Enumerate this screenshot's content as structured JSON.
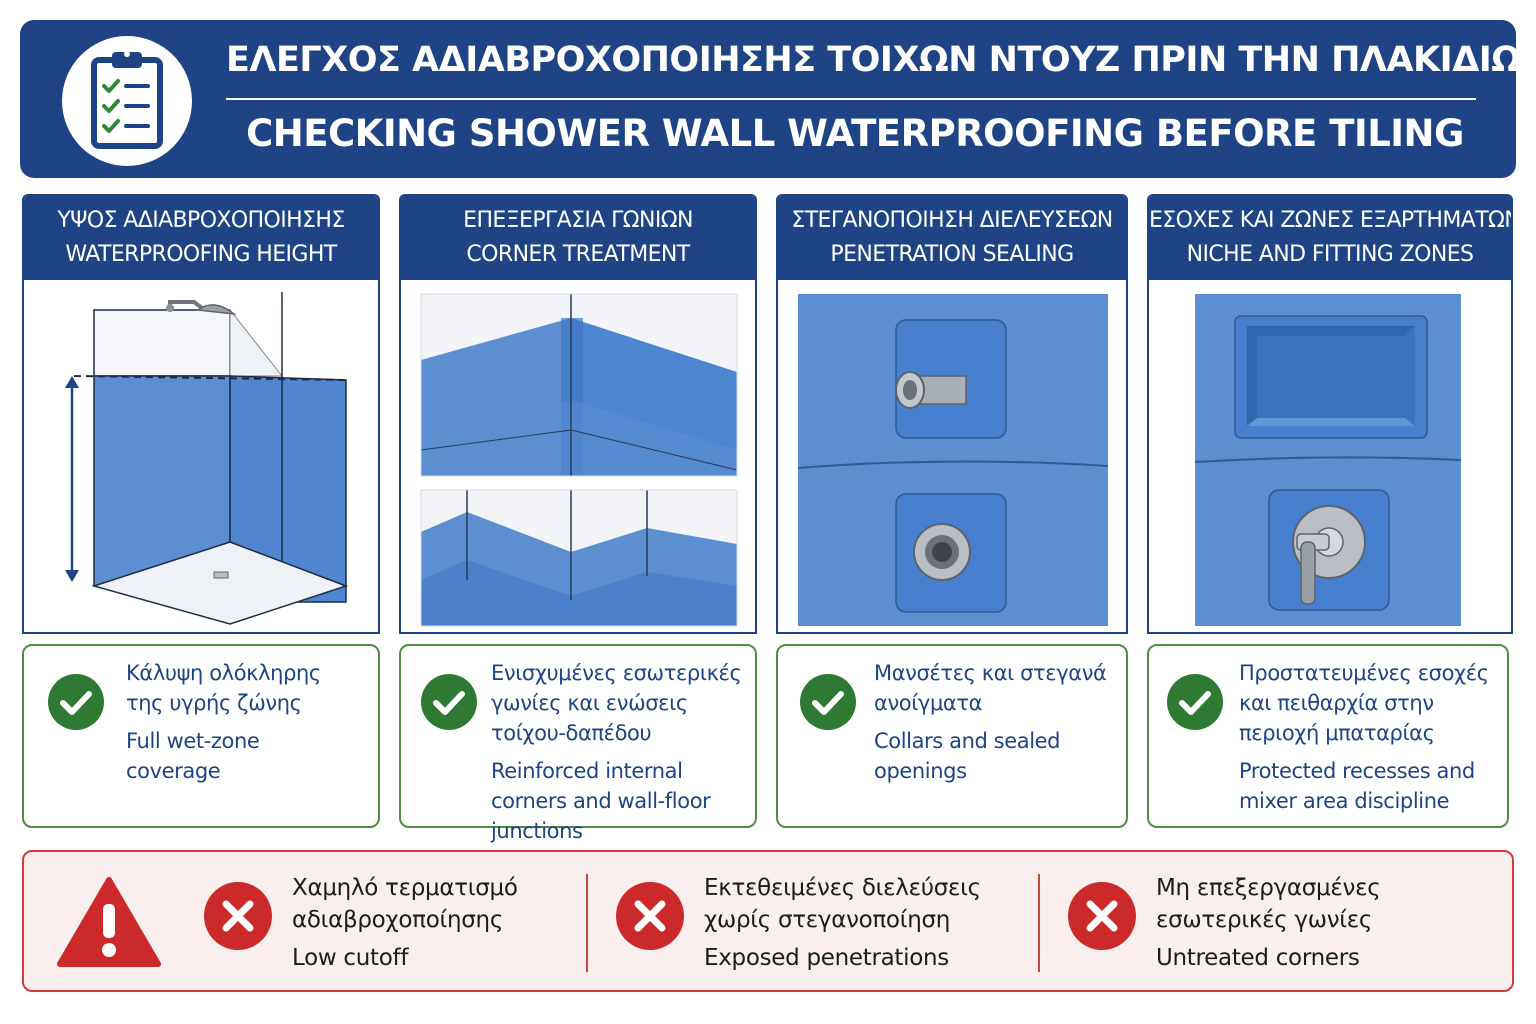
{
  "header": {
    "title_gr": "ΕΛΕΓΧΟΣ ΑΔΙΑΒΡΟΧΟΠΟΙΗΣΗΣ ΤΟΙΧΩΝ ΝΤΟΥΖ ΠΡΙΝ ΤΗΝ ΠΛΑΚΙΔΙΩΣΗ",
    "title_en": "CHECKING SHOWER WALL WATERPROOFING BEFORE TILING",
    "icon": "clipboard-checklist-icon"
  },
  "panels": [
    {
      "title_gr": "ΥΨΟΣ ΑΔΙΑΒΡΟΧΟΠΟΙΗΣΗΣ",
      "title_en": "WATERPROOFING HEIGHT",
      "illustration": "shower-enclosure-height-diagram",
      "check_gr": "Κάλυψη ολόκληρης της υγρής ζώνης",
      "check_en": "Full wet-zone coverage"
    },
    {
      "title_gr": "ΕΠΕΞΕΡΓΑΣΙΑ ΓΩΝΙΩΝ",
      "title_en": "CORNER TREATMENT",
      "illustration": "corner-treatment-diagram",
      "check_gr": "Ενισχυμένες εσωτερικές γωνίες και ενώσεις τοίχου-δαπέδου",
      "check_en": "Reinforced internal corners and wall-floor junctions"
    },
    {
      "title_gr": "ΣΤΕΓΑΝΟΠΟΙΗΣΗ ΔΙΕΛΕΥΣΕΩΝ",
      "title_en": "PENETRATION SEALING",
      "illustration": "pipe-collar-diagram",
      "check_gr": "Μανσέτες και στεγανά ανοίγματα",
      "check_en": "Collars and sealed openings"
    },
    {
      "title_gr": "ΕΣΟΧΕΣ ΚΑΙ ΖΩΝΕΣ ΕΞΑΡΤΗΜΑΤΩΝ",
      "title_en": "NICHE AND FITTING ZONES",
      "illustration": "niche-and-mixer-diagram",
      "check_gr": "Προστατευμένες εσοχές και πειθαρχία στην περιοχή μπαταρίας",
      "check_en": "Protected recesses and mixer area discipline"
    }
  ],
  "warnings": [
    {
      "gr": "Χαμηλό τερματισμό αδιαβροχοποίησης",
      "en": "Low cutoff"
    },
    {
      "gr": "Εκτεθειμένες διελεύσεις χωρίς στεγανοποίηση",
      "en": "Exposed penetrations"
    },
    {
      "gr": "Μη επεξεργασμένες εσωτερικές γωνίες",
      "en": "Untreated corners"
    }
  ],
  "colors": {
    "navy": "#1f4485",
    "membrane_blue": "#5b8fd1",
    "check_green": "#2e7a33",
    "warning_red": "#cc2a2a",
    "warning_bg": "#fbeeee"
  }
}
